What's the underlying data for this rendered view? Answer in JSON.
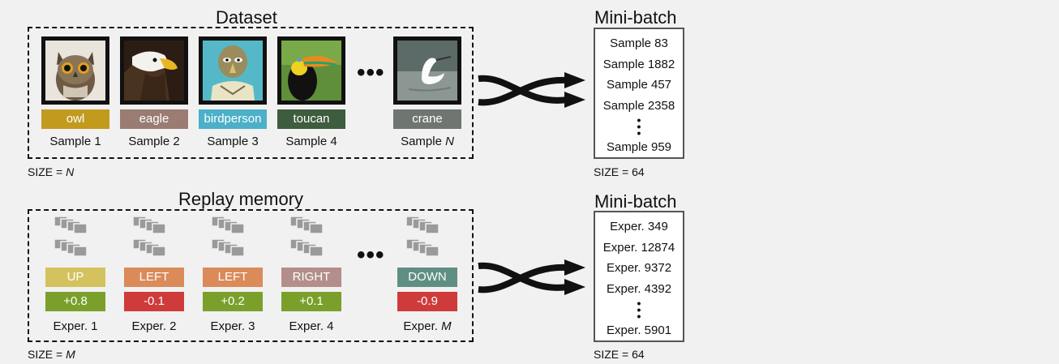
{
  "dataset": {
    "title": "Dataset",
    "size_prefix": "SIZE = ",
    "size_var": "N",
    "ellipsis": "•••",
    "samples": [
      {
        "label": "owl",
        "caption": "Sample 1",
        "label_color": "#c29a1e",
        "icon": "owl-image"
      },
      {
        "label": "eagle",
        "caption": "Sample 2",
        "label_color": "#9a7c72",
        "icon": "eagle-image"
      },
      {
        "label": "birdperson",
        "caption": "Sample 3",
        "label_color": "#4bb0c8",
        "icon": "birdperson-image"
      },
      {
        "label": "toucan",
        "caption": "Sample 4",
        "label_color": "#3e5c3e",
        "icon": "toucan-image"
      }
    ],
    "last_sample": {
      "label": "crane",
      "caption_prefix": "Sample ",
      "caption_var": "N",
      "label_color": "#6f7672",
      "icon": "crane-image"
    }
  },
  "replay": {
    "title": "Replay memory",
    "size_prefix": "SIZE = ",
    "size_var": "M",
    "ellipsis": "•••",
    "experiences": [
      {
        "action": "UP",
        "reward": "+0.8",
        "caption": "Exper. 1",
        "action_color": "#d4c25f",
        "reward_color": "#7aa02b"
      },
      {
        "action": "LEFT",
        "reward": "-0.1",
        "caption": "Exper. 2",
        "action_color": "#db8a5a",
        "reward_color": "#cf3b3b"
      },
      {
        "action": "LEFT",
        "reward": "+0.2",
        "caption": "Exper. 3",
        "action_color": "#db8a5a",
        "reward_color": "#7aa02b"
      },
      {
        "action": "RIGHT",
        "reward": "+0.1",
        "caption": "Exper. 4",
        "action_color": "#b38e8a",
        "reward_color": "#7aa02b"
      }
    ],
    "last_experience": {
      "action": "DOWN",
      "reward": "-0.9",
      "caption_prefix": "Exper. ",
      "caption_var": "M",
      "action_color": "#5f8f83",
      "reward_color": "#cf3b3b"
    }
  },
  "minibatch_top": {
    "title": "Mini-batch",
    "items": [
      "Sample 83",
      "Sample 1882",
      "Sample 457",
      "Sample 2358"
    ],
    "last": "Sample 959",
    "size": "SIZE = 64"
  },
  "minibatch_bottom": {
    "title": "Mini-batch",
    "items": [
      "Exper. 349",
      "Exper. 12874",
      "Exper. 9372",
      "Exper. 4392"
    ],
    "last": "Exper. 5901",
    "size": "SIZE = 64"
  }
}
